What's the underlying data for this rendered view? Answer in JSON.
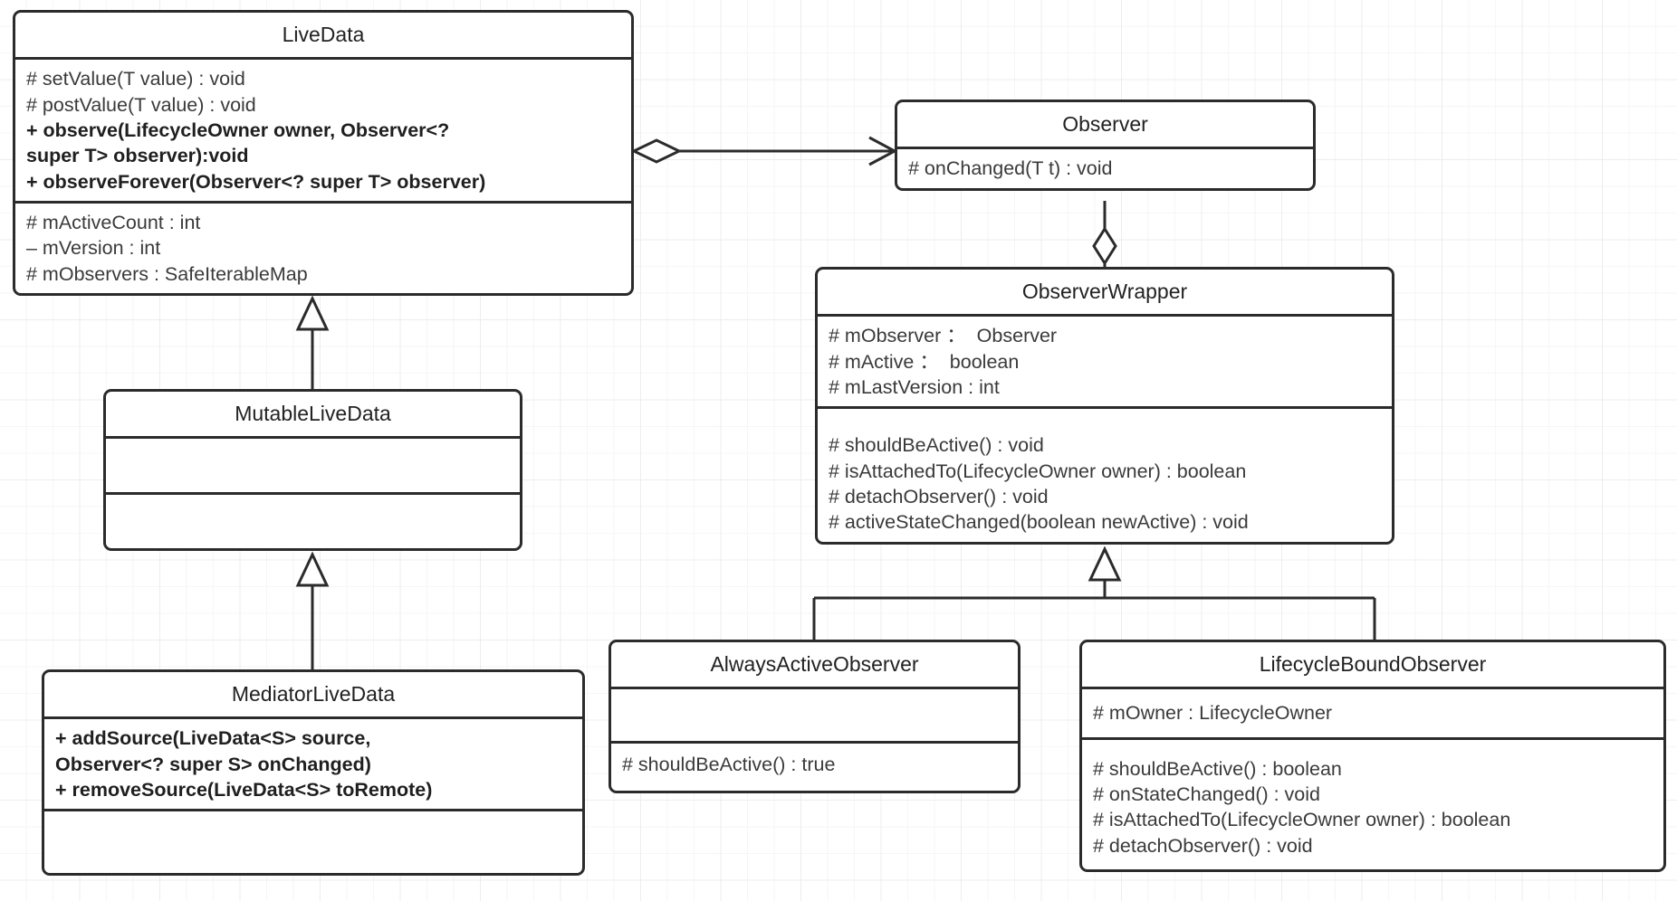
{
  "diagram": {
    "title": "LiveData observer UML class diagram",
    "background": "#ffffff",
    "grid_color": "#eceded",
    "stroke_color": "#2b2b2b",
    "text_color": "#3a3a3a"
  },
  "classes": {
    "livedata": {
      "name": "LiveData",
      "methods": [
        "# setValue(T value) : void",
        "# postValue(T value) : void",
        "+ observe(LifecycleOwner owner, Observer<?\nsuper T> observer):void",
        "+ observeForever(Observer<? super T> observer)"
      ],
      "fields": [
        "# mActiveCount : int",
        "– mVersion : int",
        "# mObservers : SafeIterableMap"
      ]
    },
    "mutablelivedata": {
      "name": "MutableLiveData",
      "fields": [],
      "methods": []
    },
    "mediatorlivedata": {
      "name": "MediatorLiveData",
      "methods": [
        "+ addSource(LiveData<S> source,\nObserver<? super S> onChanged)",
        "+ removeSource(LiveData<S> toRemote)"
      ],
      "fields": []
    },
    "observer": {
      "name": "Observer",
      "methods": [
        "# onChanged(T t) : void"
      ]
    },
    "observerwrapper": {
      "name": "ObserverWrapper",
      "fields": [
        "# mObserver ：  Observer",
        "# mActive ：  boolean",
        "# mLastVersion : int"
      ],
      "methods": [
        "# shouldBeActive() : void",
        "# isAttachedTo(LifecycleOwner owner) : boolean",
        "# detachObserver() : void",
        "# activeStateChanged(boolean newActive) : void"
      ]
    },
    "alwaysactiveobserver": {
      "name": "AlwaysActiveObserver",
      "fields": [],
      "methods": [
        "# shouldBeActive() : true"
      ]
    },
    "lifecycleboundobserver": {
      "name": "LifecycleBoundObserver",
      "fields": [
        "# mOwner : LifecycleOwner"
      ],
      "methods": [
        "# shouldBeActive() : boolean",
        "# onStateChanged() : void",
        "# isAttachedTo(LifecycleOwner owner) : boolean",
        "# detachObserver() : void"
      ]
    }
  },
  "relationships": [
    {
      "id": "livedata-observer",
      "from": "LiveData",
      "to": "Observer",
      "type": "aggregation-directed",
      "source_marker": "hollow-diamond",
      "target_marker": "open-arrow"
    },
    {
      "id": "observer-observerwrapper",
      "from": "ObserverWrapper",
      "to": "Observer",
      "type": "aggregation",
      "source_marker": "hollow-diamond",
      "target_marker": "none"
    },
    {
      "id": "mutablelivedata-livedata",
      "from": "MutableLiveData",
      "to": "LiveData",
      "type": "generalization",
      "target_marker": "hollow-triangle"
    },
    {
      "id": "mediatorlivedata-mutablelivedata",
      "from": "MediatorLiveData",
      "to": "MutableLiveData",
      "type": "generalization",
      "target_marker": "hollow-triangle"
    },
    {
      "id": "alwaysactiveobserver-observerwrapper",
      "from": "AlwaysActiveObserver",
      "to": "ObserverWrapper",
      "type": "generalization",
      "target_marker": "hollow-triangle"
    },
    {
      "id": "lifecycleboundobserver-observerwrapper",
      "from": "LifecycleBoundObserver",
      "to": "ObserverWrapper",
      "type": "generalization",
      "target_marker": "hollow-triangle"
    }
  ]
}
